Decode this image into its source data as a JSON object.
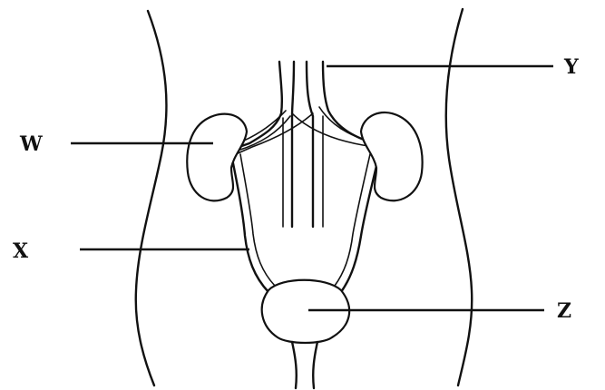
{
  "labels": {
    "w": "W",
    "x": "X",
    "y": "Y",
    "z": "Z"
  },
  "colors": {
    "line": "#111111",
    "background": "#ffffff"
  }
}
